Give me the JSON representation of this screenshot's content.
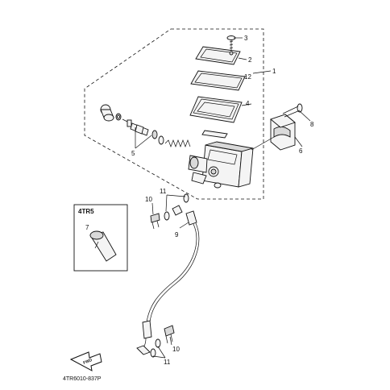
{
  "callouts": {
    "c1": "1",
    "c2": "2",
    "c3": "3",
    "c4": "4",
    "c5": "5",
    "c6": "6",
    "c7": "7",
    "c8": "8",
    "c9": "9",
    "c10a": "10",
    "c10b": "10",
    "c11a": "11",
    "c11b": "11",
    "c12": "12"
  },
  "inset_title": "4TR5",
  "fwd_label": "FWD",
  "diagram_code": "4TR6010-837P"
}
